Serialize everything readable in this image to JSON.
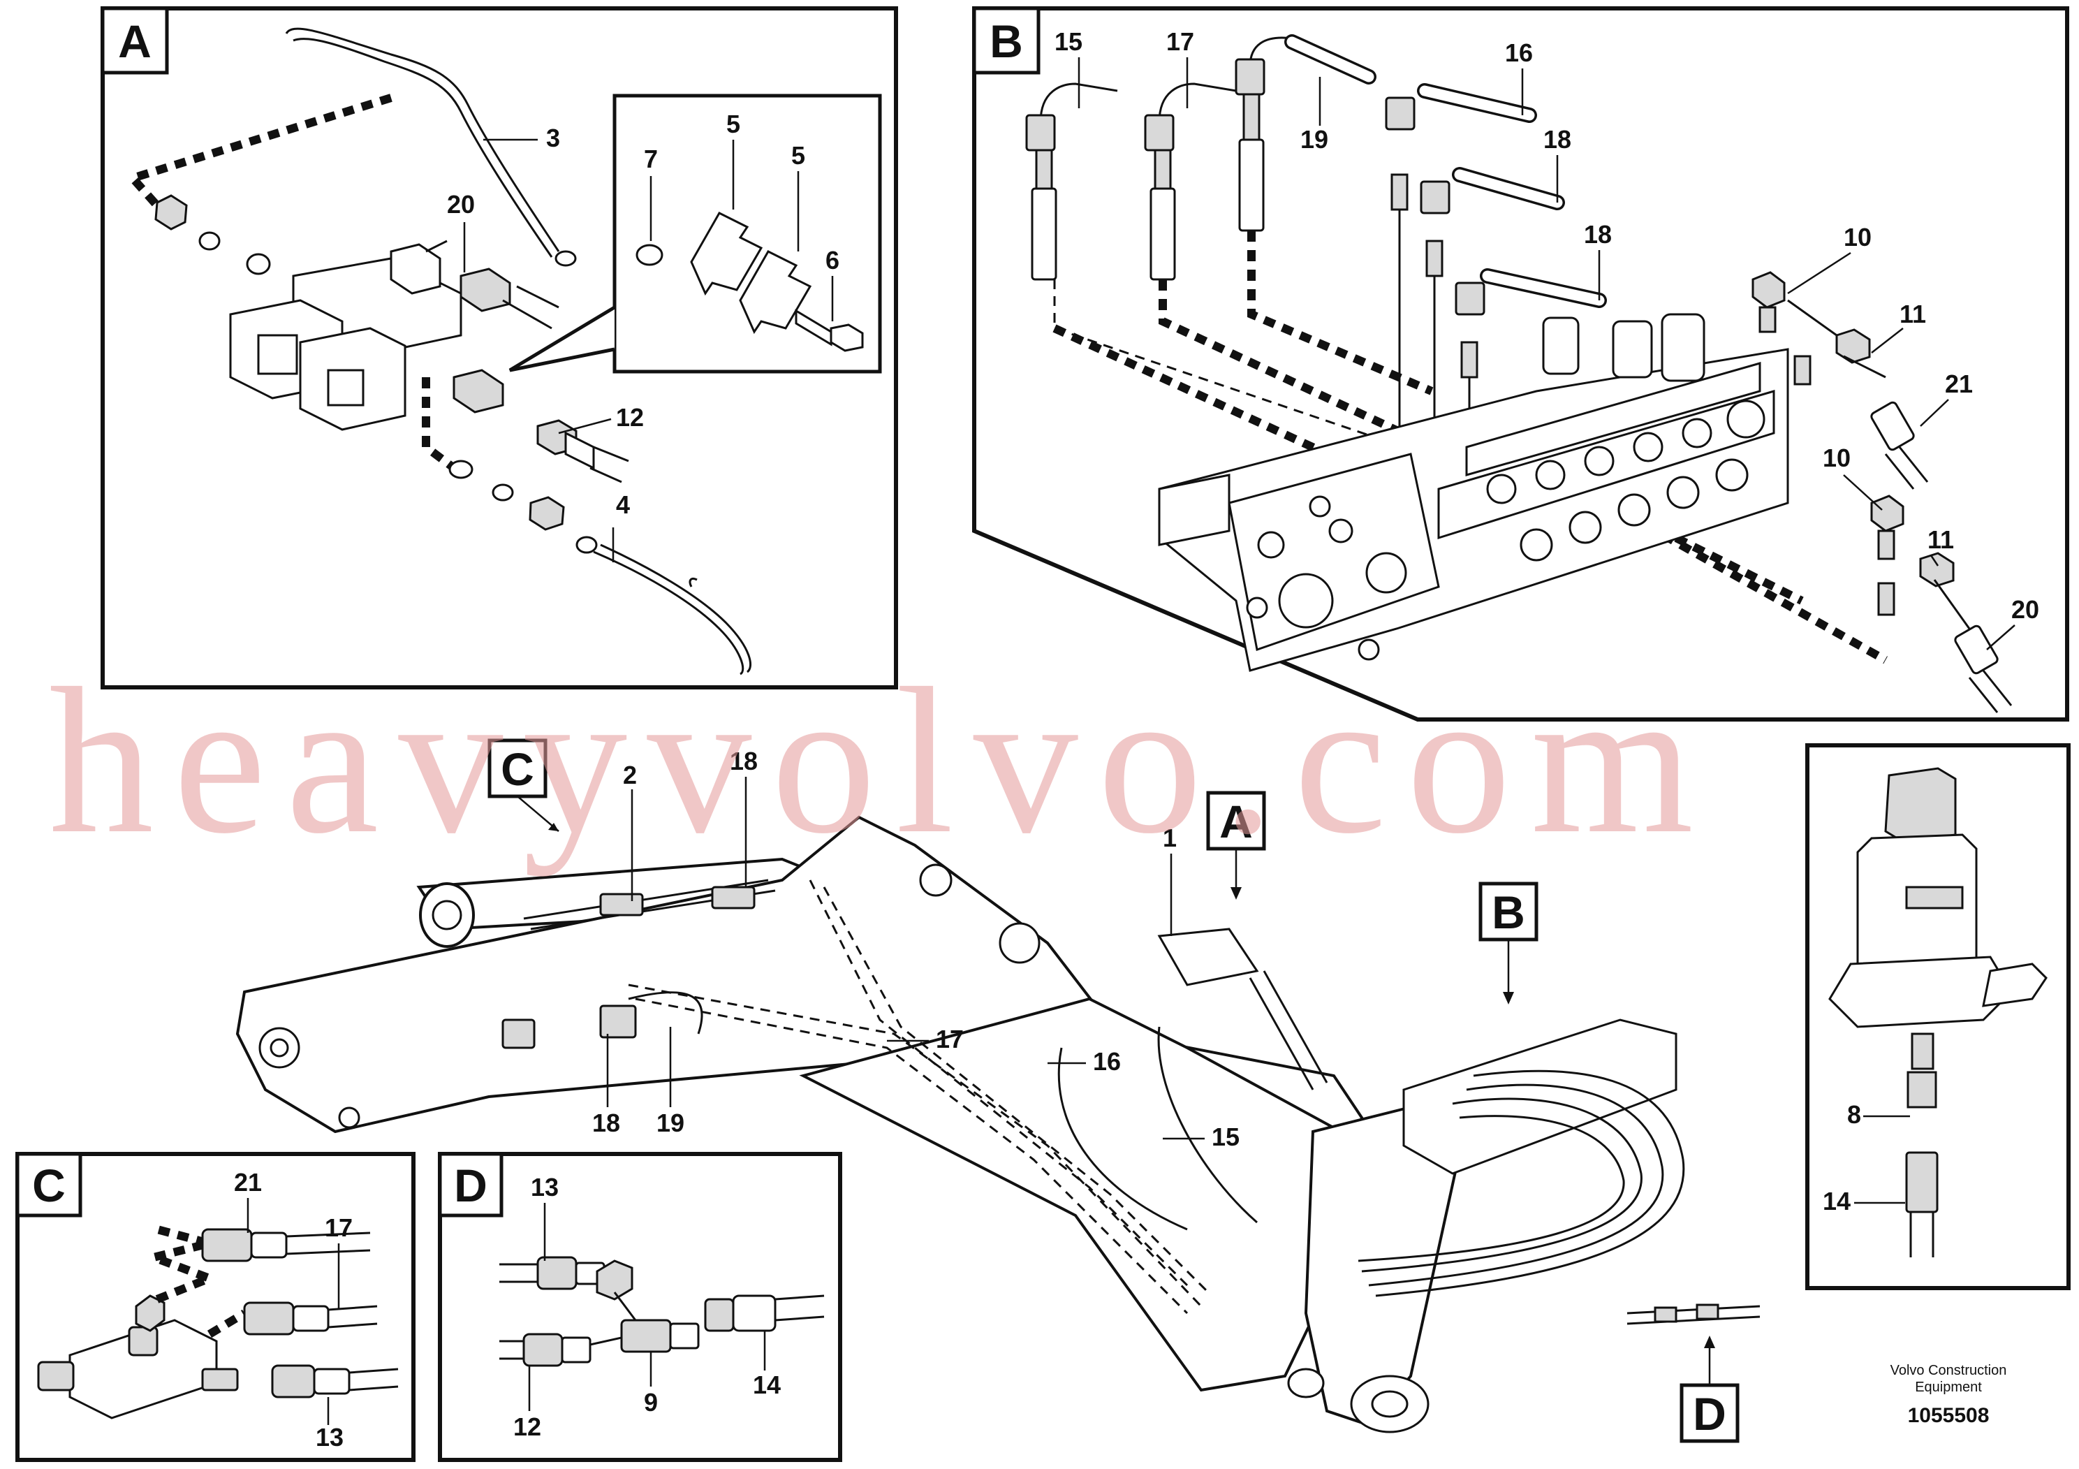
{
  "panels": {
    "A": {
      "label": "A"
    },
    "B": {
      "label": "B"
    },
    "C": {
      "label": "C"
    },
    "D": {
      "label": "D"
    }
  },
  "main_view": {
    "markers": {
      "A": "A",
      "B": "B",
      "C": "C",
      "D": "D"
    }
  },
  "callouts": {
    "a_3": "3",
    "a_20": "20",
    "a_12": "12",
    "a_4": "4",
    "a_7": "7",
    "a_5a": "5",
    "a_5b": "5",
    "a_6": "6",
    "b_15": "15",
    "b_17": "17",
    "b_16": "16",
    "b_19": "19",
    "b_18a": "18",
    "b_18b": "18",
    "b_10a": "10",
    "b_11a": "11",
    "b_21": "21",
    "b_10b": "10",
    "b_11b": "11",
    "b_20": "20",
    "m_2": "2",
    "m_18top": "18",
    "m_1": "1",
    "m_17": "17",
    "m_16": "16",
    "m_15": "15",
    "m_18bot": "18",
    "m_19": "19",
    "c_21": "21",
    "c_17": "17",
    "c_13": "13",
    "d_13": "13",
    "d_12": "12",
    "d_9": "9",
    "d_14": "14",
    "s_8": "8",
    "s_14": "14"
  },
  "credit": {
    "line1": "Volvo Construction",
    "line2": "Equipment"
  },
  "document_number": "1055508",
  "watermark": "heavyvolvo.com"
}
